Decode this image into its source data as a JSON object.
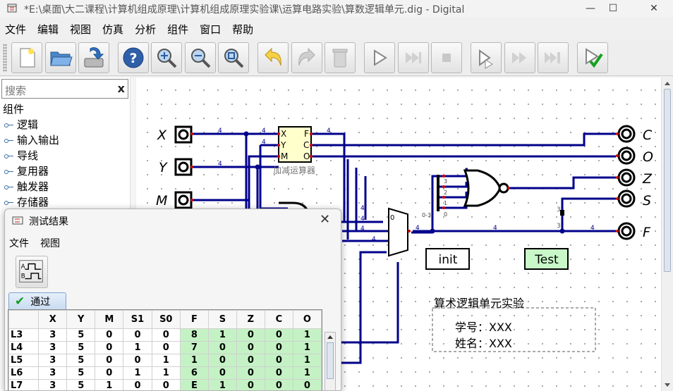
{
  "window": {
    "title": "*E:\\桌面\\大二课程\\计算机组成原理\\计算机组成原理实验课\\运算电路实验\\算数逻辑单元.dig - Digital",
    "minimize": "—",
    "maximize": "☐",
    "close": "✕"
  },
  "menu": [
    "文件",
    "编辑",
    "视图",
    "仿真",
    "分析",
    "组件",
    "窗口",
    "帮助"
  ],
  "toolbar": {
    "buttons": [
      "new-icon",
      "open-icon",
      "save-icon",
      "help-icon",
      "zoom-in-icon",
      "zoom-out-icon",
      "zoom-fit-icon",
      "undo-icon",
      "redo-icon",
      "delete-icon",
      "run-icon",
      "step-icon",
      "stop-icon",
      "run-to-break-icon",
      "fast-run-icon",
      "micro-step-icon",
      "run-tests-icon"
    ]
  },
  "sidebar": {
    "search_placeholder": "搜索",
    "search_clear": "x",
    "root": "组件",
    "items": [
      {
        "label": "逻辑"
      },
      {
        "label": "输入输出"
      },
      {
        "label": "导线"
      },
      {
        "label": "复用器"
      },
      {
        "label": "触发器"
      },
      {
        "label": "存储器"
      }
    ]
  },
  "circuit": {
    "inputs": [
      "X",
      "Y",
      "M"
    ],
    "outputs": [
      "C",
      "O",
      "Z",
      "S",
      "F"
    ],
    "adder": {
      "ports_left": [
        "X",
        "Y",
        "M"
      ],
      "ports_right": [
        "F",
        "C",
        "O"
      ],
      "label": "加减运算器"
    },
    "bus_width": "4",
    "mux_select_label": "0",
    "splitter_labels": [
      "3",
      "2",
      "1",
      "0"
    ],
    "splitter_range": "0-3",
    "probe_labels": [
      "3",
      "3"
    ],
    "init_label": "init",
    "test_label": "Test",
    "note_title": "算术逻辑单元实验",
    "note_id": "学号：XXX",
    "note_name": "姓名：XXX",
    "colors": {
      "wire": "#00008b",
      "pin_dot": "#cc0000",
      "adder_fill": "#ffffcc",
      "test_fill": "#c8f7c8"
    }
  },
  "test_dialog": {
    "title": "测试结果",
    "menu": [
      "文件",
      "视图"
    ],
    "tab_label": "通过",
    "close": "✕",
    "columns": [
      "",
      "X",
      "Y",
      "M",
      "S1",
      "S0",
      "F",
      "S",
      "Z",
      "C",
      "O"
    ],
    "rows": [
      [
        "L3",
        "3",
        "5",
        "0",
        "0",
        "0",
        "8",
        "1",
        "0",
        "0",
        "1"
      ],
      [
        "L4",
        "3",
        "5",
        "0",
        "1",
        "0",
        "7",
        "0",
        "0",
        "0",
        "1"
      ],
      [
        "L5",
        "3",
        "5",
        "0",
        "0",
        "1",
        "1",
        "0",
        "0",
        "0",
        "1"
      ],
      [
        "L6",
        "3",
        "5",
        "0",
        "1",
        "1",
        "6",
        "0",
        "0",
        "0",
        "1"
      ],
      [
        "L7",
        "3",
        "5",
        "1",
        "0",
        "0",
        "E",
        "1",
        "0",
        "0",
        "0"
      ]
    ]
  }
}
